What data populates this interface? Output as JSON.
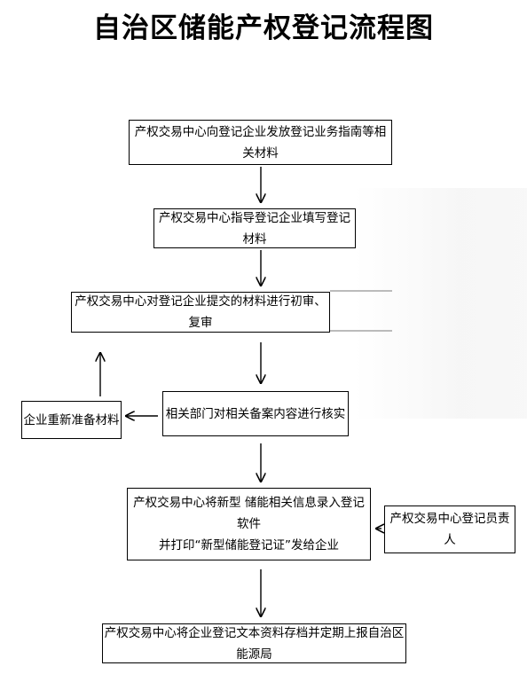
{
  "title": "自治区储能产权登记流程图",
  "steps": {
    "step1": "产权交易中心向登记企业发放登记业务指南等相关材料",
    "step2": "产权交易中心指导登记企业填写登记材料",
    "step3": "产权交易中心对登记企业提交的材料进行初审、复审",
    "step4": "相关部门对相关备案内容进行核实",
    "resubmit": "企业重新准备材料",
    "step5_line1": "产权交易中心将新型  储能相关信息录入登记软件",
    "step5_line2": "并打印“新型储能登记证”发给企业",
    "registrar": "产权交易中心登记员责人",
    "step6": "产权交易中心将企业登记文本资料存档并定期上报自治区能源局"
  }
}
